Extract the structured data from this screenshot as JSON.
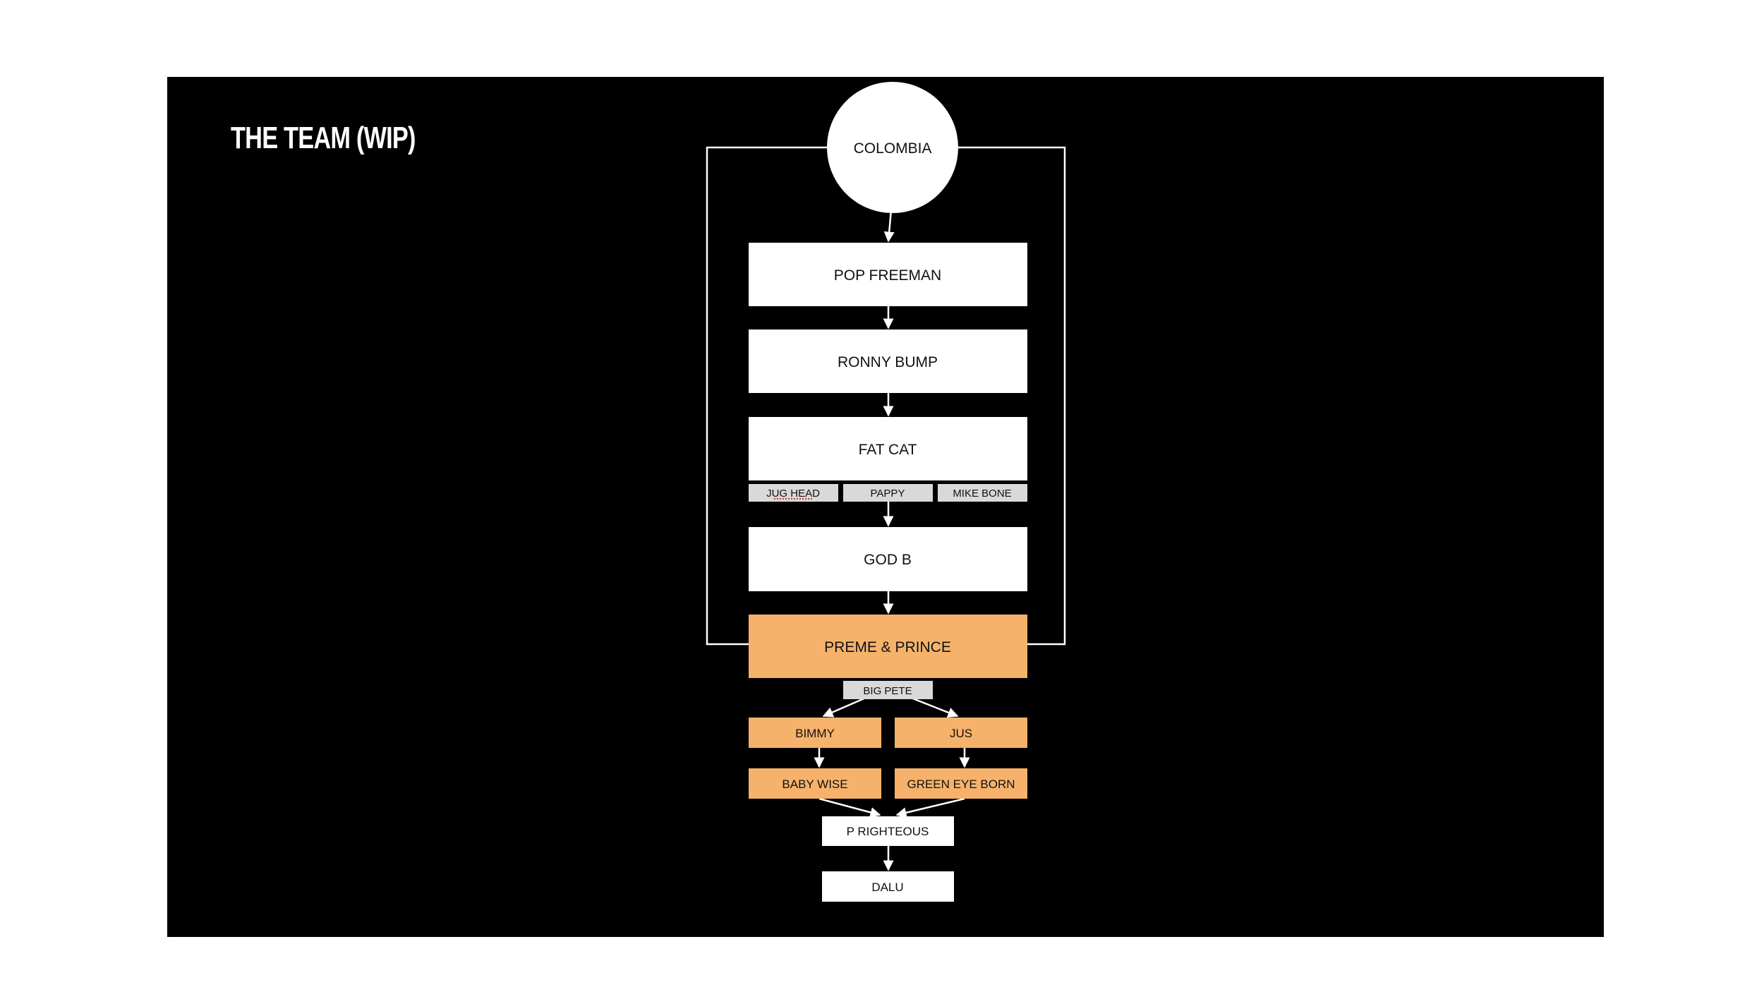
{
  "slide": {
    "title": "THE TEAM (WIP)"
  },
  "colors": {
    "background": "#000000",
    "box": "#ffffff",
    "sub_box": "#d9d9d9",
    "highlight": "#f6b26b",
    "line": "#ffffff",
    "text": "#111111"
  },
  "nodes": {
    "colombia": "COLOMBIA",
    "pop_freeman": "POP FREEMAN",
    "ronny_bump": "RONNY BUMP",
    "fat_cat": "FAT CAT",
    "jug_head": "JUG HEAD",
    "pappy": "PAPPY",
    "mike_bone": "MIKE BONE",
    "god_b": "GOD B",
    "preme_prince": "PREME & PRINCE",
    "big_pete": "BIG PETE",
    "bimmy": "BIMMY",
    "jus": "JUS",
    "baby_wise": "BABY WISE",
    "green_eye_born": "GREEN EYE BORN",
    "p_righteous": "P RIGHTEOUS",
    "dalu": "DALU"
  }
}
